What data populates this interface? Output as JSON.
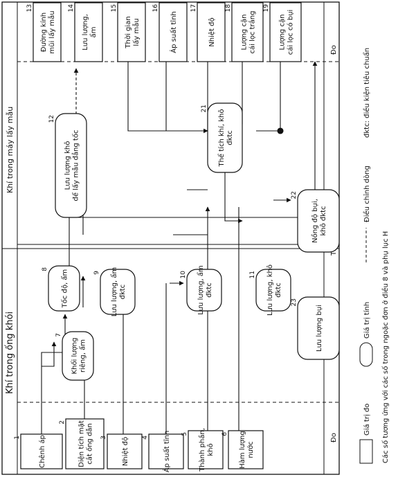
{
  "title_stack": "Khí trong ống khói",
  "title_sampler": "Khí trong máy lấy mẫu",
  "zone_measured_top": "Đo",
  "zone_measured_bottom": "Đo",
  "zone_static": "Tĩnh",
  "boxes": [
    {
      "num": "1",
      "lines": [
        "Chênh áp"
      ]
    },
    {
      "num": "2",
      "lines": [
        "Diện tích mặt",
        "cắt ống dẫn"
      ]
    },
    {
      "num": "3",
      "lines": [
        "Nhiệt độ"
      ]
    },
    {
      "num": "4",
      "lines": [
        "Áp suất tĩnh"
      ]
    },
    {
      "num": "5",
      "lines": [
        "Thành phần,",
        "khô"
      ]
    },
    {
      "num": "6",
      "lines": [
        "Hàm lượng",
        "nước"
      ]
    },
    {
      "num": "7",
      "lines": [
        "Khối lượng",
        "riêng, ẩm"
      ]
    },
    {
      "num": "8",
      "lines": [
        "Tốc độ, ẩm"
      ]
    },
    {
      "num": "9",
      "lines": [
        "Lưu lượng, ẩm",
        "đktc"
      ]
    },
    {
      "num": "10",
      "lines": [
        "Lưu lượng, ẩm",
        "đktc"
      ]
    },
    {
      "num": "11",
      "lines": [
        "Lưu lượng, khô",
        "đktc"
      ]
    },
    {
      "num": "12",
      "lines": [
        "Lưu lượng khô",
        "để lấy mẫu đẳng tốc"
      ]
    },
    {
      "num": "13",
      "lines": [
        "Đường kính",
        "mũi lấy mẫu"
      ]
    },
    {
      "num": "14",
      "lines": [
        "Lưu lượng,",
        "ẩm"
      ]
    },
    {
      "num": "15",
      "lines": [
        "Thời gian",
        "lấy mẫu"
      ]
    },
    {
      "num": "16",
      "lines": [
        "Áp suất tĩnh"
      ]
    },
    {
      "num": "17",
      "lines": [
        "Nhiệt độ"
      ]
    },
    {
      "num": "18",
      "lines": [
        "Lượng cặn",
        "cái lọc trắng"
      ]
    },
    {
      "num": "19",
      "lines": [
        "Lượng cặn",
        "cái lọc có bụi"
      ]
    },
    {
      "num": "21",
      "lines": [
        "Thể tích khí, khô",
        "đktc"
      ]
    },
    {
      "num": "22",
      "lines": [
        "Nồng độ bụi,",
        "khô đktc"
      ]
    },
    {
      "num": "23",
      "lines": [
        "Lưu lượng bụi"
      ]
    }
  ],
  "legend": {
    "measured": "Giá trị đo",
    "calculated": "Giá trị tính",
    "adjustment": "Điều chỉnh dòng",
    "dktc_note": "đktc: điều kiện tiêu chuẩn",
    "footnote": "Các số tương ứng với các số trong ngoặc đơn ở điều 8 và phụ lục H"
  }
}
